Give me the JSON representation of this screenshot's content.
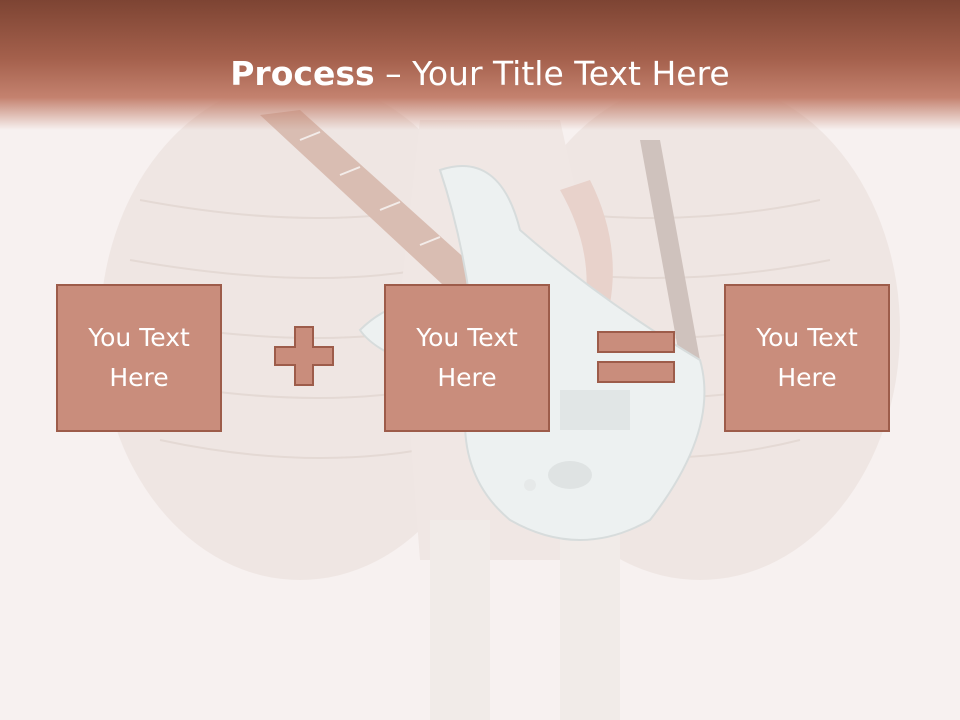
{
  "slide": {
    "title_bold": "Process",
    "title_rest": " – Your Title Text Here",
    "boxes": [
      {
        "label": "You Text Here"
      },
      {
        "label": "You Text Here"
      },
      {
        "label": "You Text Here"
      }
    ],
    "operators": [
      "plus-icon",
      "equals-icon"
    ]
  },
  "colors": {
    "header_dark": "#7d4433",
    "box_fill": "#c98d7c",
    "box_border": "#9d5c4a",
    "background": "#f7f1f0"
  }
}
